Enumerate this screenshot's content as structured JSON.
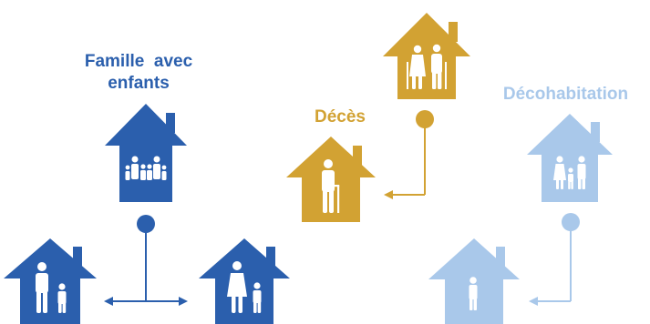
{
  "groups": {
    "family": {
      "title_line1": "Famille  avec",
      "title_line2": "enfants",
      "color": "#2b5fad"
    },
    "death": {
      "title": "Décès",
      "color": "#d2a233"
    },
    "decohabitation": {
      "title": "Décohabitation",
      "color": "#a9c8ea"
    }
  },
  "houses": [
    {
      "id": "family-top",
      "group": "family",
      "occupants": "family-of-four-icon"
    },
    {
      "id": "family-bottom-left",
      "group": "family",
      "occupants": "father-and-child-icon"
    },
    {
      "id": "family-bottom-right",
      "group": "family",
      "occupants": "mother-and-child-icon"
    },
    {
      "id": "death-top",
      "group": "death",
      "occupants": "elderly-couple-icon"
    },
    {
      "id": "death-bottom",
      "group": "death",
      "occupants": "elderly-man-with-cane-icon"
    },
    {
      "id": "decoh-top",
      "group": "decohabitation",
      "occupants": "parents-and-child-icon"
    },
    {
      "id": "decoh-bottom",
      "group": "decohabitation",
      "occupants": "single-person-icon"
    }
  ]
}
